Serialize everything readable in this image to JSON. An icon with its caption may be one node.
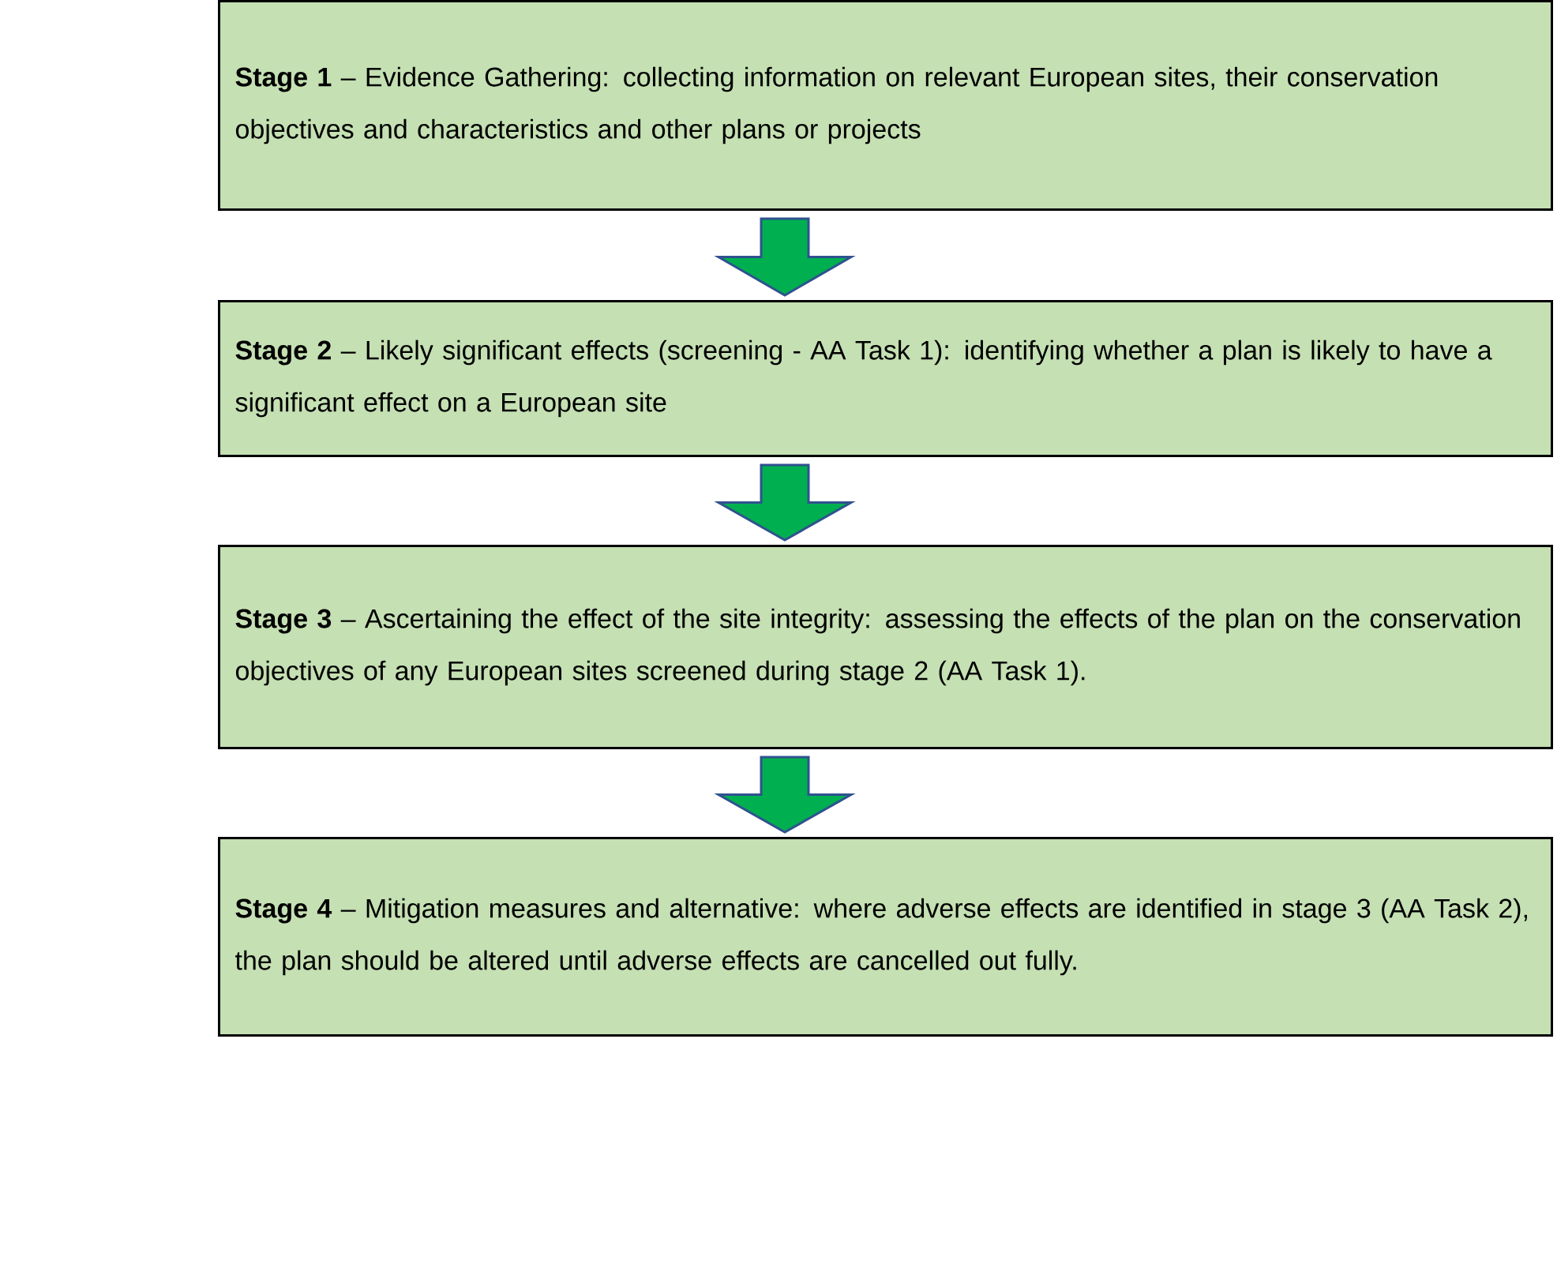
{
  "diagram": {
    "nodes": [
      {
        "text": [
          "**Stage 1** – Evidence Gathering: collecting information on relevant European sites, their conservation objectives and characteristics and other plans or projects"
        ]
      },
      {
        "text": [
          "**Stage 2** – Likely significant effects (screening - AA Task 1): identifying whether a plan is likely to have a significant effect on a European site"
        ]
      },
      {
        "text": [
          "**Stage 3** – Ascertaining the effect of the site integrity:  assessing the effects of the plan on the conservation objectives of any European sites screened during stage 2 (AA Task 1)."
        ]
      },
      {
        "text": [
          "**Stage 4** – Mitigation measures and alternative: where adverse effects are identified in stage 3 (AA Task 2), the plan should be altered until adverse effects are cancelled out fully."
        ]
      }
    ],
    "edges": [
      {
        "from": 0,
        "to": 1,
        "arrow": "to"
      },
      {
        "from": 1,
        "to": 2,
        "arrow": "to"
      },
      {
        "from": 2,
        "to": 3,
        "arrow": "to"
      }
    ]
  }
}
